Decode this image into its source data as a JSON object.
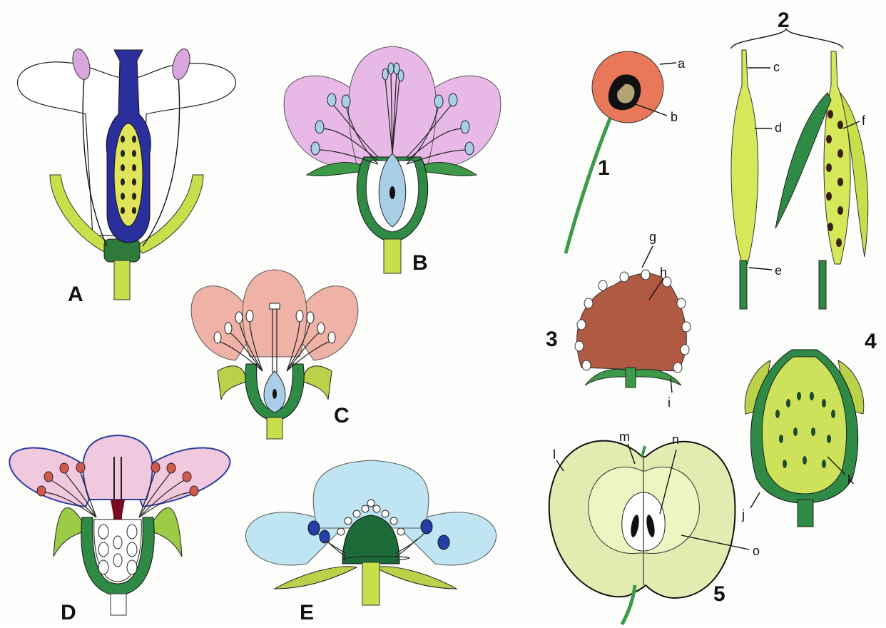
{
  "flowers": {
    "A": "A",
    "B": "B",
    "C": "C",
    "D": "D",
    "E": "E"
  },
  "fruits": {
    "n1": "1",
    "n2": "2",
    "n3": "3",
    "n4": "4",
    "n5": "5"
  },
  "parts": {
    "a": "a",
    "b": "b",
    "c": "c",
    "d": "d",
    "e": "e",
    "f": "f",
    "g": "g",
    "h": "h",
    "i": "i",
    "j": "j",
    "k": "k",
    "l": "l",
    "m": "m",
    "n": "n",
    "o": "o"
  }
}
